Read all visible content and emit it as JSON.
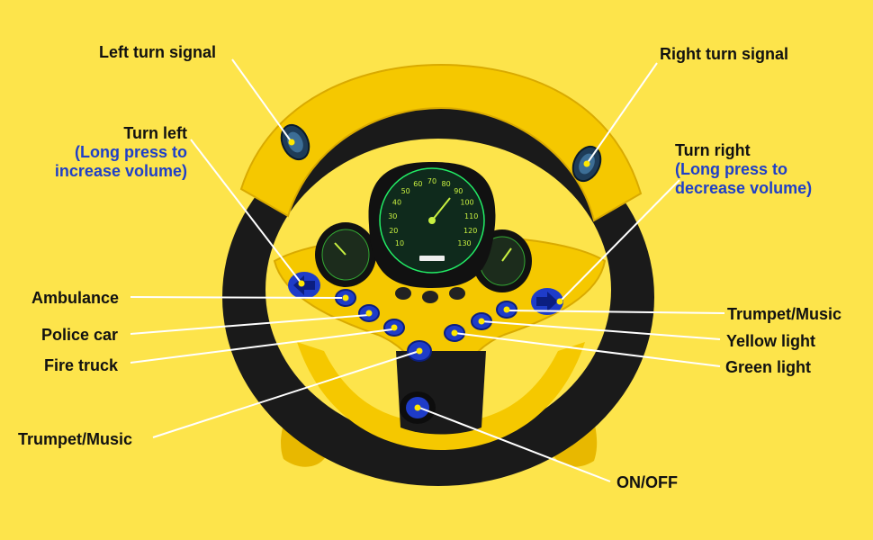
{
  "colors": {
    "background": "#FDE44B",
    "wheel_yellow": "#F5C800",
    "wheel_black": "#1A1A1A",
    "button_blue": "#1E3CC8",
    "label_blue": "#1F3FC8",
    "leader_line": "#FFFFFF"
  },
  "labels": {
    "left_turn_signal": "Left turn signal",
    "right_turn_signal": "Right turn signal",
    "turn_left": "Turn left",
    "turn_left_note": "(Long press to increase volume)",
    "turn_left_note_line1": "(Long press to",
    "turn_left_note_line2": "increase volume)",
    "turn_right": "Turn right",
    "turn_right_note_line1": "(Long press to",
    "turn_right_note_line2": "decrease volume)",
    "ambulance": "Ambulance",
    "police_car": "Police car",
    "fire_truck": "Fire truck",
    "trumpet_music_left": "Trumpet/Music",
    "trumpet_music_right": "Trumpet/Music",
    "yellow_light": "Yellow light",
    "green_light": "Green light",
    "on_off": "ON/OFF"
  },
  "speedometer": {
    "ticks": [
      "10",
      "20",
      "30",
      "40",
      "50",
      "60",
      "70",
      "80",
      "90",
      "100",
      "110",
      "120",
      "130"
    ]
  },
  "icons": {
    "left_arrow_button": "arrow-left-icon",
    "right_arrow_button": "arrow-right-icon",
    "power_button": "power-icon"
  }
}
